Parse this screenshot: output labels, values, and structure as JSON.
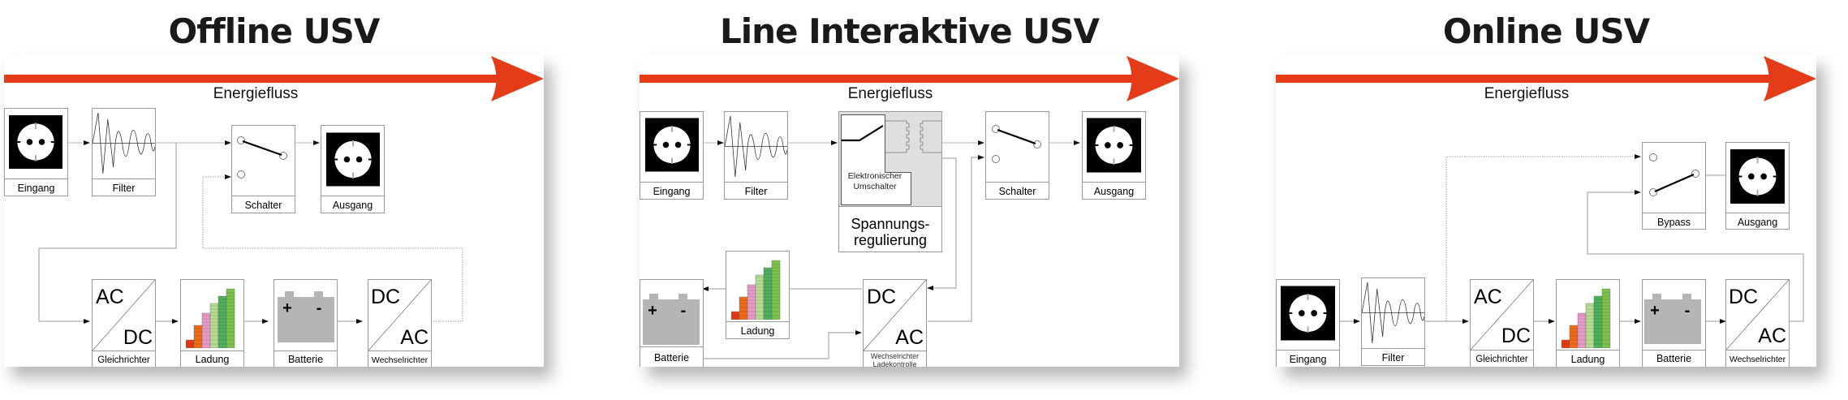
{
  "colors": {
    "arrow": "#e43c18",
    "box_border": "#9a9a9a",
    "battery": "#b3b5b7",
    "regulator_fill": "#dedfe1",
    "bar_colors": [
      "#e23a12",
      "#ee6b1a",
      "#e79ac8",
      "#b5dc92",
      "#4eb05a",
      "#7cc24a"
    ]
  },
  "panels": [
    {
      "title": "Offline USV",
      "flow_label": "Energiefluss",
      "blocks": {
        "input": "Eingang",
        "filter": "Filter",
        "switch": "Schalter",
        "output": "Ausgang",
        "rectifier": "Gleichrichter",
        "rectifier_top": "AC",
        "rectifier_bottom": "DC",
        "charge": "Ladung",
        "battery": "Batterie",
        "battery_plus": "+",
        "battery_minus": "-",
        "inverter": "Wechselrichter",
        "inverter_top": "DC",
        "inverter_bottom": "AC"
      }
    },
    {
      "title": "Line Interaktive USV",
      "flow_label": "Energiefluss",
      "blocks": {
        "input": "Eingang",
        "filter": "Filter",
        "electronic_switch_line1": "Elektronischer",
        "electronic_switch_line2": "Umschalter",
        "regulation_line1": "Spannungs-",
        "regulation_line2": "regulierung",
        "switch": "Schalter",
        "output": "Ausgang",
        "battery": "Batterie",
        "battery_plus": "+",
        "battery_minus": "-",
        "charge": "Ladung",
        "inverter_top": "DC",
        "inverter_bottom": "AC",
        "inverter_line1": "Wechselrichter",
        "inverter_line2": "Ladekontrolle"
      }
    },
    {
      "title": "Online USV",
      "flow_label": "Energiefluss",
      "blocks": {
        "bypass": "Bypass",
        "output": "Ausgang",
        "input": "Eingang",
        "filter": "Filter",
        "rectifier": "Gleichrichter",
        "rectifier_top": "AC",
        "rectifier_bottom": "DC",
        "charge": "Ladung",
        "battery": "Batterie",
        "battery_plus": "+",
        "battery_minus": "-",
        "inverter": "Wechselrichter",
        "inverter_top": "DC",
        "inverter_bottom": "AC"
      }
    }
  ]
}
